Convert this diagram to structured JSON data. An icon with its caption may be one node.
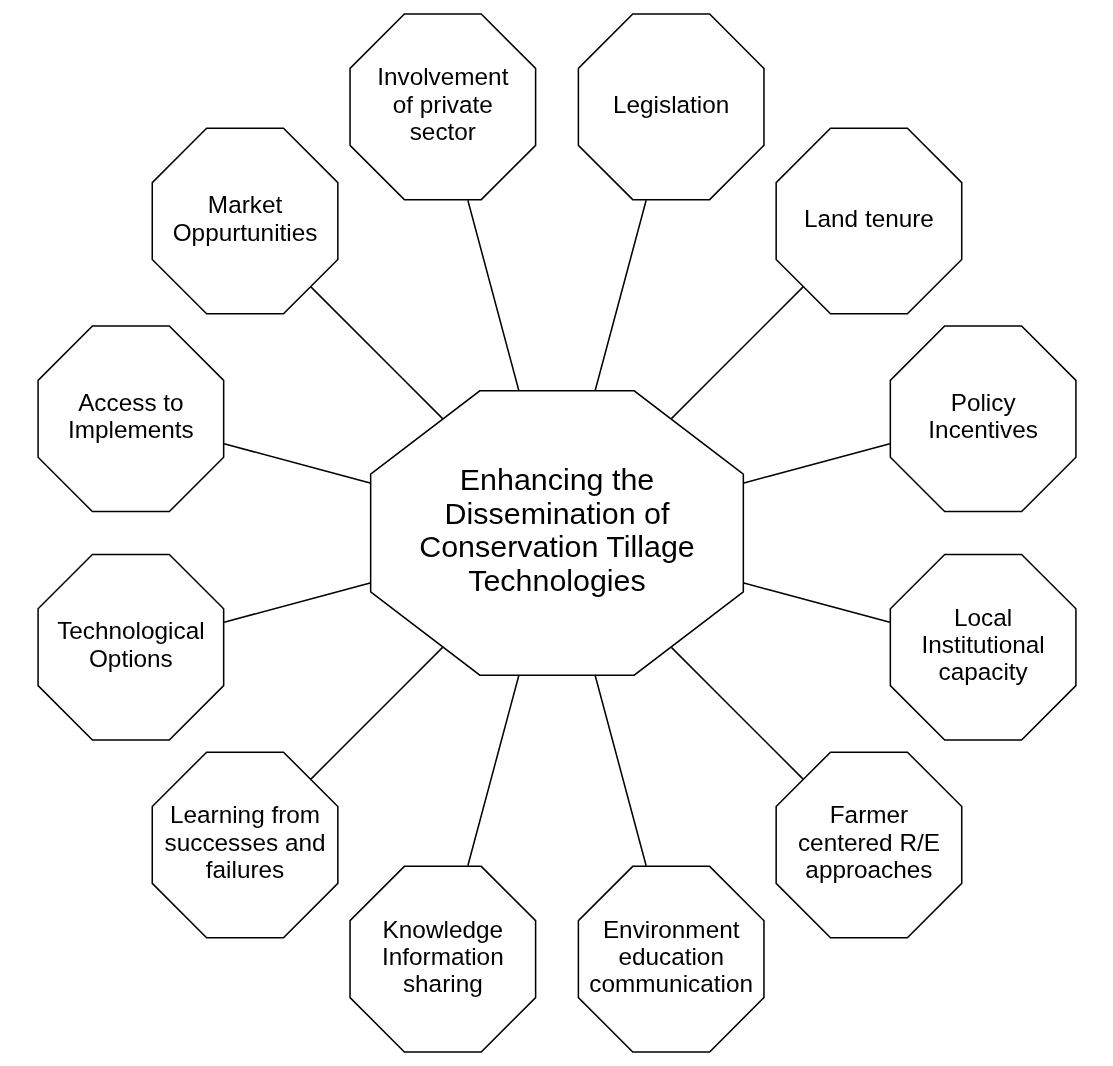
{
  "diagram": {
    "nodes": [
      {
        "text": [
          "Enhancing the Dissemination of Conservation Tillage Technologies"
        ]
      },
      {
        "text": [
          "Policy Incentives"
        ]
      },
      {
        "text": [
          "Land tenure"
        ]
      },
      {
        "text": [
          "Legislation"
        ]
      },
      {
        "text": [
          "Involvement of private sector"
        ]
      },
      {
        "text": [
          "Market Oppurtunities"
        ]
      },
      {
        "text": [
          "Access to Implements"
        ]
      },
      {
        "text": [
          "Technological Options"
        ]
      },
      {
        "text": [
          "Learning from successes and failures"
        ]
      },
      {
        "text": [
          "Knowledge Information sharing"
        ]
      },
      {
        "text": [
          "Environment education communication"
        ]
      },
      {
        "text": [
          "Farmer centered R/E approaches"
        ]
      },
      {
        "text": [
          "Local Institutional capacity"
        ]
      }
    ],
    "edges": [
      {
        "from": 0,
        "to": 1,
        "arrow": "none"
      },
      {
        "from": 0,
        "to": 2,
        "arrow": "none"
      },
      {
        "from": 0,
        "to": 3,
        "arrow": "none"
      },
      {
        "from": 0,
        "to": 4,
        "arrow": "none"
      },
      {
        "from": 0,
        "to": 5,
        "arrow": "none"
      },
      {
        "from": 0,
        "to": 6,
        "arrow": "none"
      },
      {
        "from": 0,
        "to": 7,
        "arrow": "none"
      },
      {
        "from": 0,
        "to": 8,
        "arrow": "none"
      },
      {
        "from": 0,
        "to": 9,
        "arrow": "none"
      },
      {
        "from": 0,
        "to": 10,
        "arrow": "none"
      },
      {
        "from": 0,
        "to": 11,
        "arrow": "none"
      },
      {
        "from": 0,
        "to": 12,
        "arrow": "none"
      }
    ]
  }
}
